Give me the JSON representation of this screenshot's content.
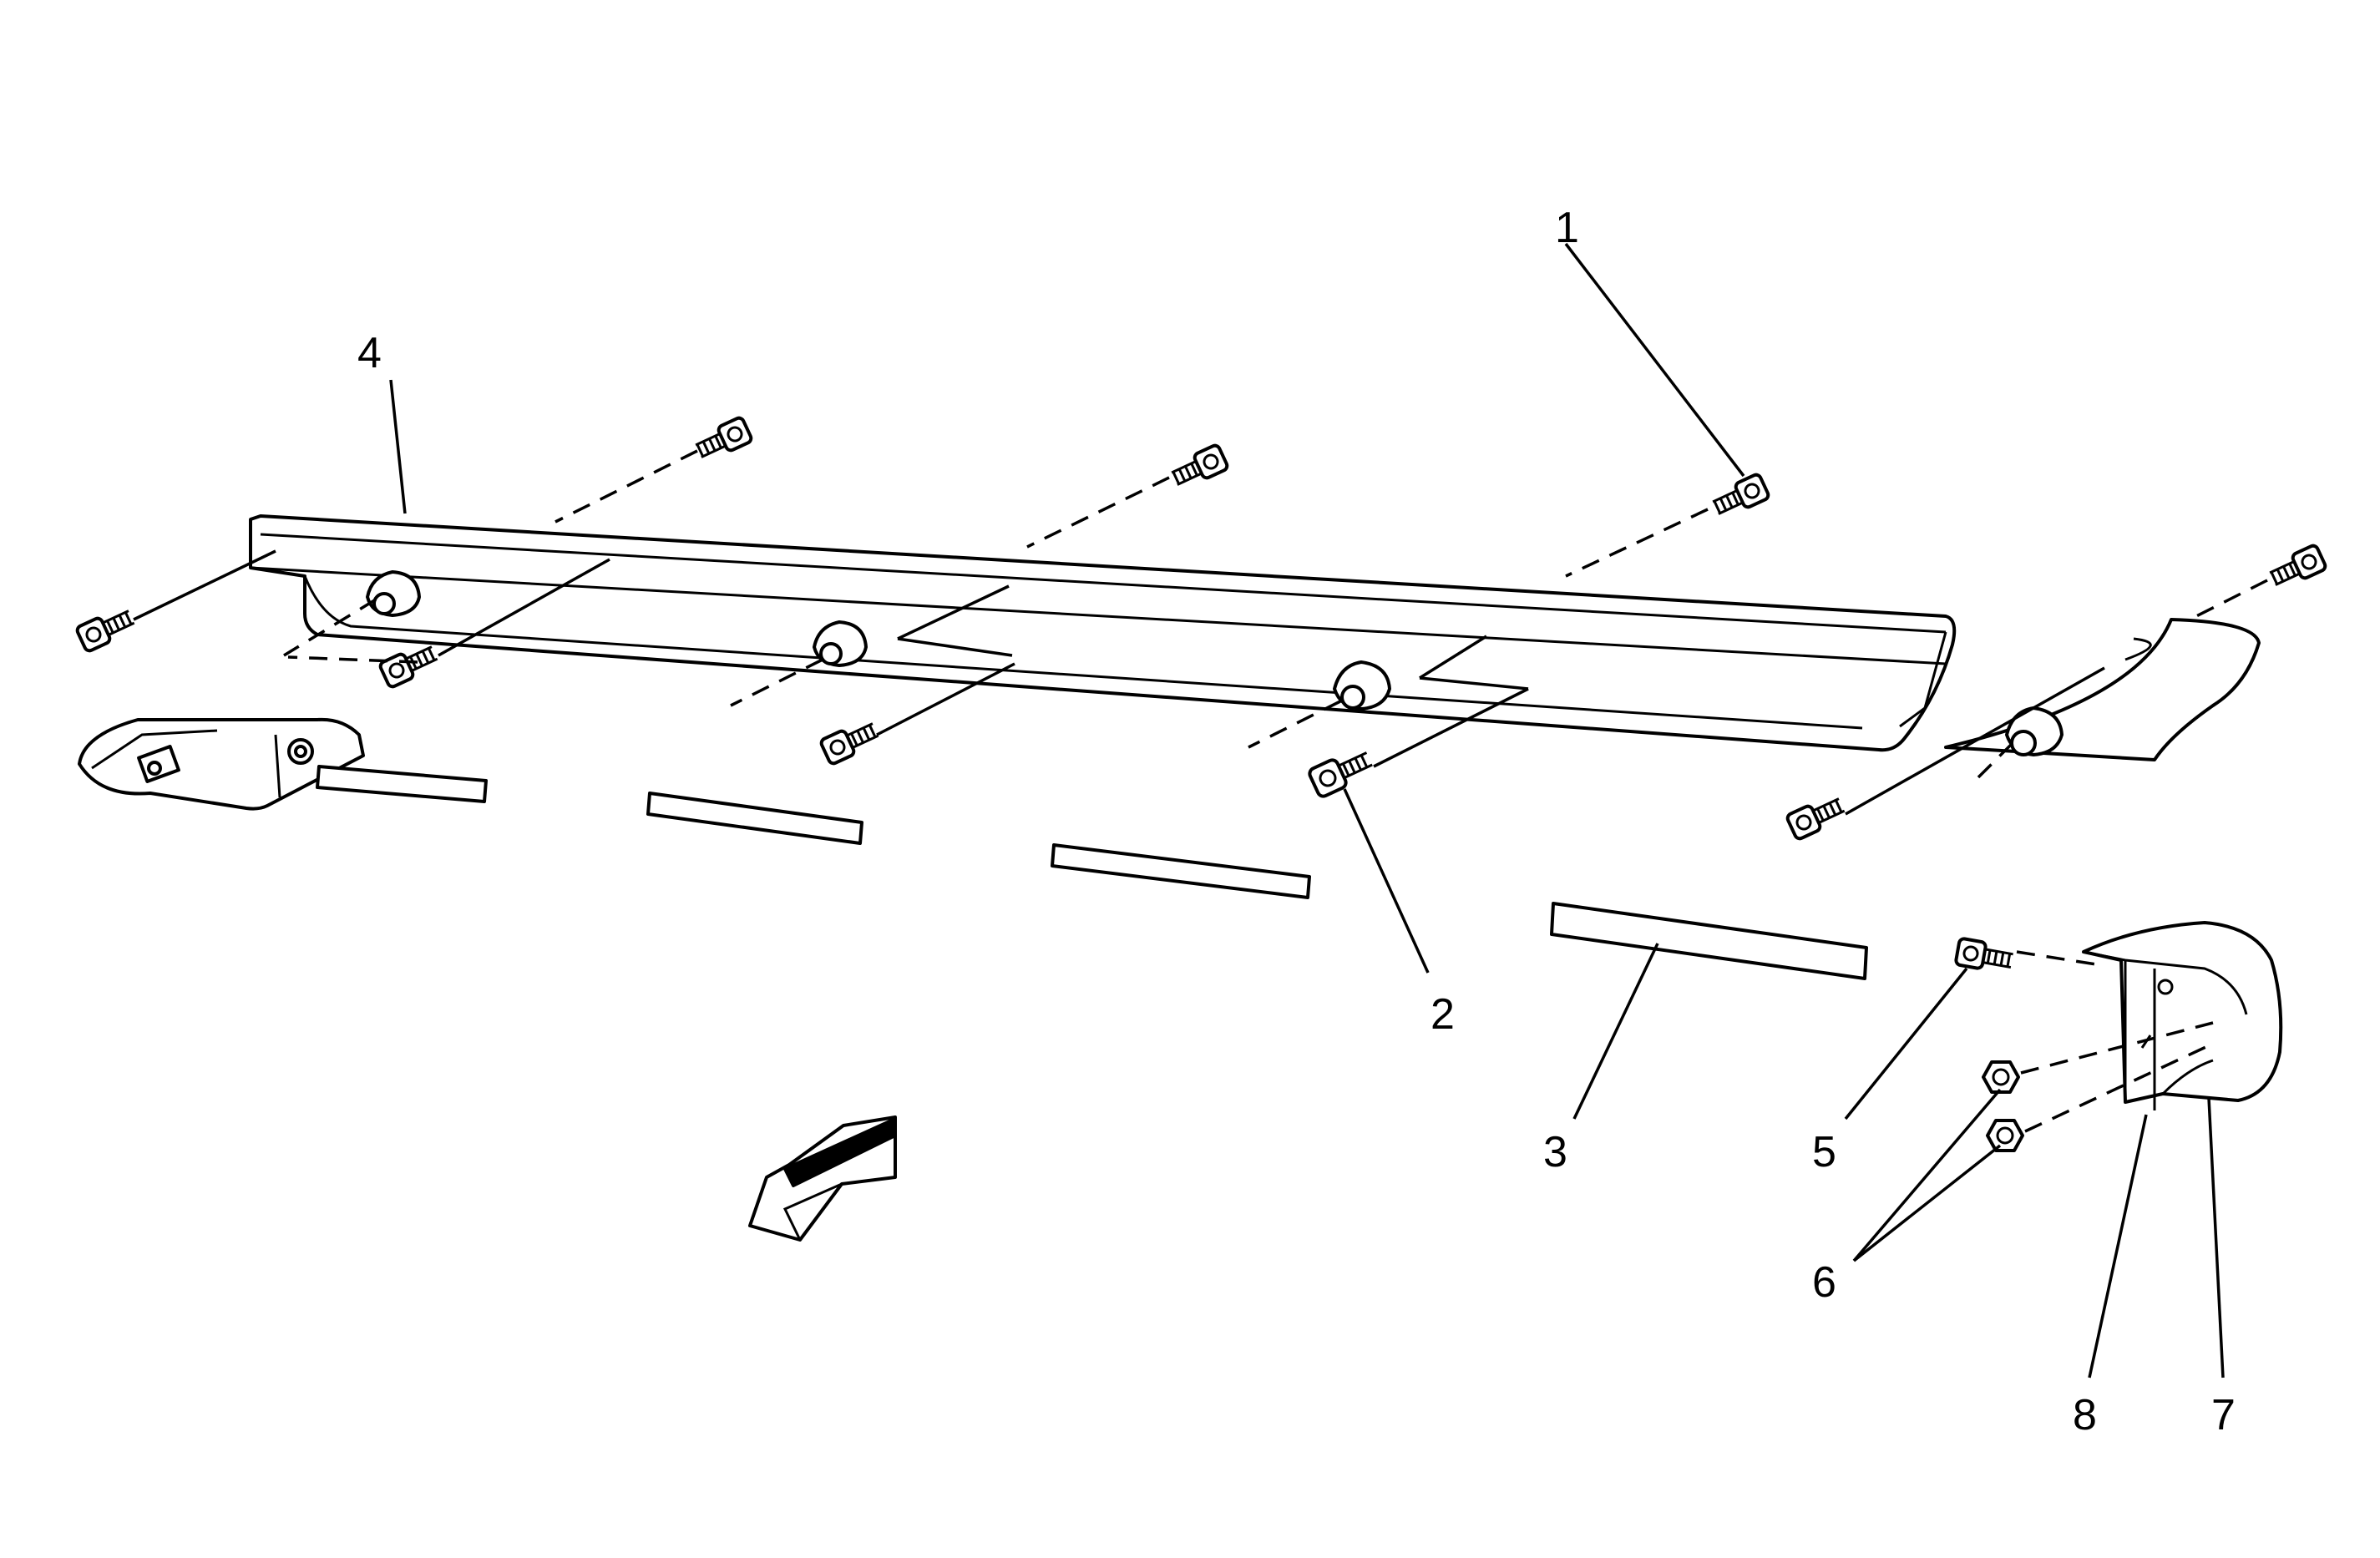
{
  "callouts": [
    {
      "id": "1",
      "label": "1"
    },
    {
      "id": "2",
      "label": "2"
    },
    {
      "id": "3",
      "label": "3"
    },
    {
      "id": "4",
      "label": "4"
    },
    {
      "id": "5",
      "label": "5"
    },
    {
      "id": "6",
      "label": "6"
    },
    {
      "id": "7",
      "label": "7"
    },
    {
      "id": "8",
      "label": "8"
    }
  ],
  "icons": {
    "direction_arrow": "front-direction-arrow-icon",
    "bolt": "bolt-icon",
    "nut": "nut-icon"
  },
  "colors": {
    "line": "#000000",
    "fill": "#ffffff"
  }
}
